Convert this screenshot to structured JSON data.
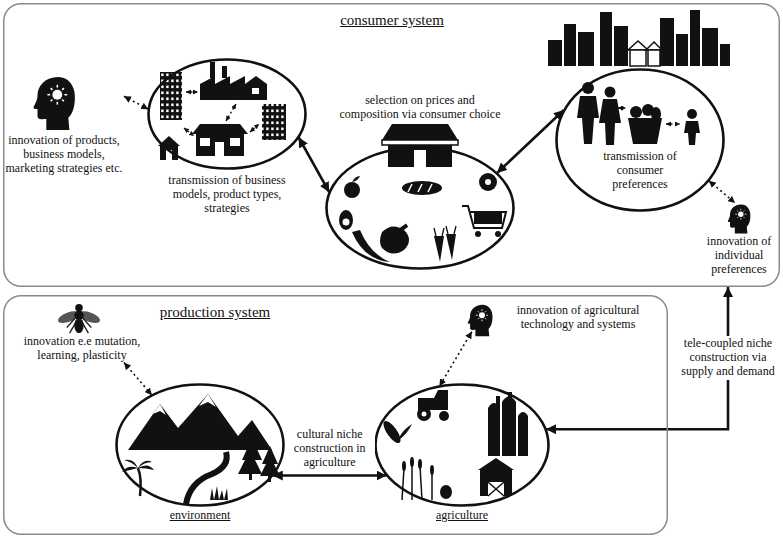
{
  "diagram": {
    "nodes": [
      {
        "text": [
          "consumer system"
        ]
      },
      {
        "text": [
          "transmission of business models, product types, strategies"
        ],
        "in": 0
      },
      {
        "text": [
          "selection on prices and composition via consumer choice"
        ],
        "in": 0
      },
      {
        "text": [
          "transmission of consumer preferences"
        ],
        "in": 0
      },
      {
        "text": [
          "innovation of products, business models, marketing strategies etc."
        ],
        "in": 0
      },
      {
        "text": [
          "innovation of individual preferences"
        ],
        "in": 0
      },
      {
        "text": [
          "production system"
        ]
      },
      {
        "text": [
          "environment"
        ],
        "in": 6
      },
      {
        "text": [
          "agriculture"
        ],
        "in": 6
      },
      {
        "text": [
          "innovation e.e mutation, learning, plasticity"
        ],
        "in": 6
      },
      {
        "text": [
          "innovation of agricultural technology and systems"
        ],
        "in": 6
      }
    ],
    "edges": [
      {
        "from": 4,
        "to": 1,
        "arrow": "both"
      },
      {
        "from": 1,
        "to": 2,
        "arrow": "both"
      },
      {
        "from": 2,
        "to": 3,
        "arrow": "both"
      },
      {
        "from": 3,
        "to": 5,
        "arrow": "both"
      },
      {
        "from": 9,
        "to": 7,
        "arrow": "both"
      },
      {
        "from": 7,
        "to": 8,
        "label": "cultural niche construction in agriculture",
        "arrow": "both"
      },
      {
        "from": 10,
        "to": 8,
        "arrow": "both"
      },
      {
        "from": 8,
        "to": 0,
        "label": "tele-coupled niche construction via supply and demand",
        "arrow": "both"
      }
    ]
  }
}
